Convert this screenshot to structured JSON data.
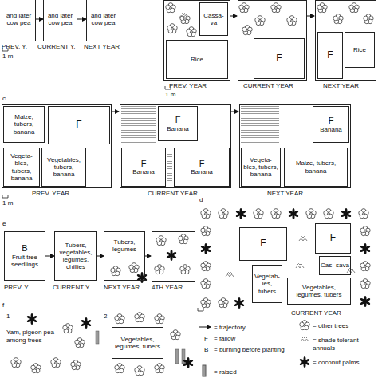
{
  "diagram": {
    "nodes": [
      {
        "text": [
          "and later cow pea"
        ]
      },
      {
        "text": [
          "and later cow pea"
        ]
      },
      {
        "text": [
          "and later cow pea"
        ]
      },
      {
        "text": [
          "Cassa- va"
        ]
      },
      {
        "text": [
          "Rice"
        ]
      },
      {
        "text": [
          "F"
        ]
      },
      {
        "text": [
          "F"
        ]
      },
      {
        "text": [
          "Rice"
        ]
      },
      {
        "text": [
          "Maize, tubers, banana"
        ]
      },
      {
        "text": [
          "F"
        ]
      },
      {
        "text": [
          "Vegeta- bles, tubers, banana"
        ]
      },
      {
        "text": [
          "Vegetables, tubers, banana"
        ]
      },
      {
        "text": [
          "F",
          "Banana"
        ]
      },
      {
        "text": [
          "F",
          "Banana"
        ]
      },
      {
        "text": [
          "F",
          "Banana"
        ]
      },
      {
        "text": [
          "F",
          "Banana"
        ]
      },
      {
        "text": [
          "Vegeta- bles, tubers, banana"
        ]
      },
      {
        "text": [
          "Maize, tubers, banana"
        ]
      },
      {
        "text": [
          "B",
          "Fruit tree seedlings"
        ]
      },
      {
        "text": [
          "Tubers, vegetables, legumes, chillies"
        ]
      },
      {
        "text": [
          "Tubers, legumes"
        ]
      },
      {
        "text": [
          "F"
        ]
      },
      {
        "text": [
          "F"
        ]
      },
      {
        "text": [
          "Vegetab- les, tubers"
        ]
      },
      {
        "text": [
          "Cas- sava"
        ]
      },
      {
        "text": [
          "Vegetables, legumes, tubers"
        ]
      },
      {
        "text": [
          "Vegetables, legumes, tubers"
        ]
      }
    ],
    "edges": [
      {
        "from": 0,
        "to": 1,
        "arrow": "to"
      },
      {
        "from": 1,
        "to": 2,
        "arrow": "to"
      },
      {
        "from": 18,
        "to": 19,
        "arrow": "to"
      },
      {
        "from": 19,
        "to": 20,
        "arrow": "to"
      }
    ],
    "labels": [
      "1 m",
      "PREV. Y.",
      "CURRENT Y.",
      "NEXT YEAR",
      "PREV. YEAR",
      "CURRENT YEAR",
      "NEXT YEAR",
      "1 m",
      "c",
      "1 m",
      "PREV. YEAR",
      "CURRENT YEAR",
      "NEXT YEAR",
      "d",
      "e",
      "PREV. Y.",
      "CURRENT Y.",
      "NEXT YEAR",
      "4TH YEAR",
      "CURRENT YEAR",
      "f",
      "1",
      "Yam, pigeon pea among trees",
      "2",
      "F",
      "B"
    ],
    "legend": [
      {
        "text": "= trajectory"
      },
      {
        "text": "= fallow"
      },
      {
        "text": "= burning before planting"
      },
      {
        "text": "= raised"
      },
      {
        "text": "= other trees"
      },
      {
        "text": "= shade tolerant annuals"
      },
      {
        "text": "= coconut palms"
      }
    ]
  }
}
